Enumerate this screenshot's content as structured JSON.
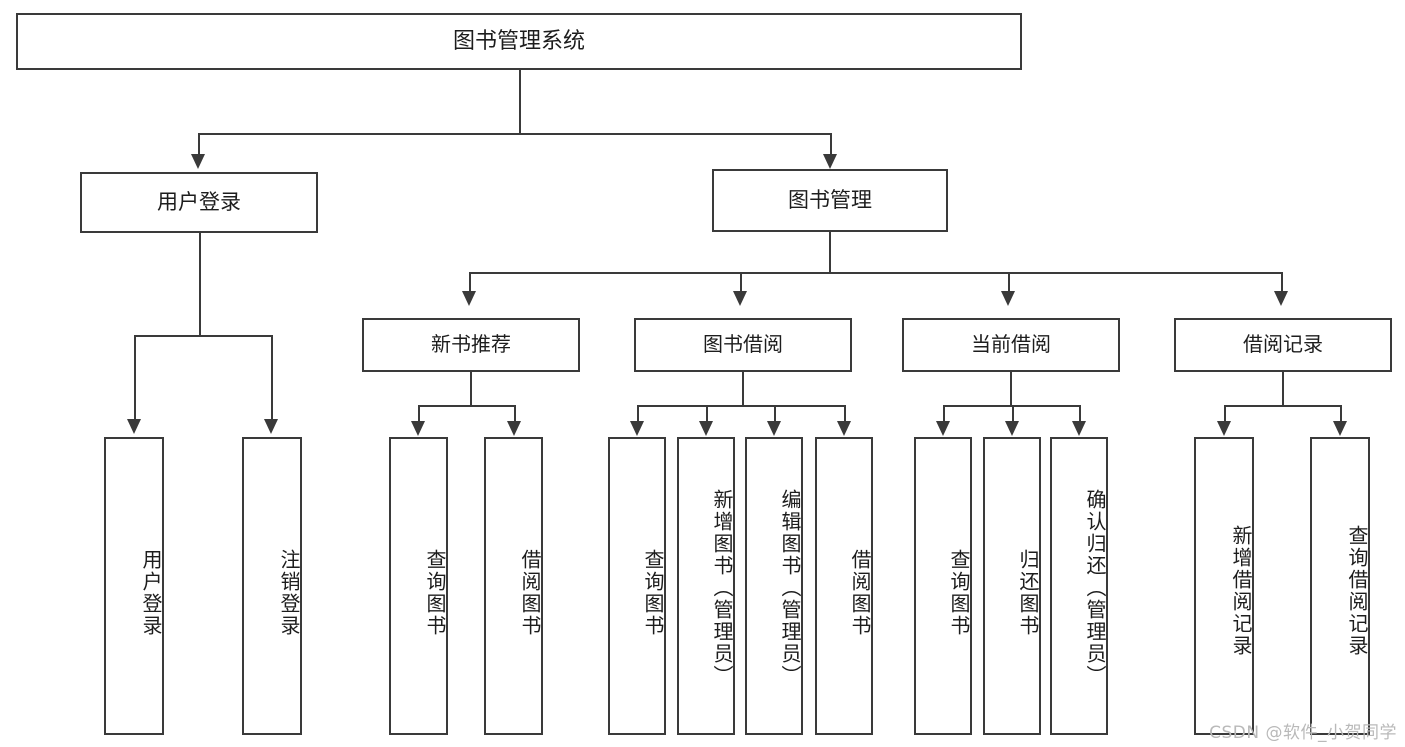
{
  "diagram": {
    "type": "tree-hierarchy",
    "title": "图书管理系统",
    "watermark": "CSDN @软件_小贺同学",
    "colors": {
      "stroke": "#3a3a3a",
      "fill": "#ffffff",
      "text": "#1d1d1d",
      "watermark": "#b9b9b9"
    }
  },
  "nodes": {
    "root": {
      "label": "图书管理系统"
    },
    "level1": [
      {
        "id": "user-login",
        "label": "用户登录"
      },
      {
        "id": "book-manage",
        "label": "图书管理"
      }
    ],
    "level2": [
      {
        "id": "new-book-recommend",
        "label": "新书推荐"
      },
      {
        "id": "book-borrow",
        "label": "图书借阅"
      },
      {
        "id": "current-borrow",
        "label": "当前借阅"
      },
      {
        "id": "borrow-record",
        "label": "借阅记录"
      }
    ],
    "leaves": [
      {
        "id": "leaf-user-login",
        "label": "用户登录",
        "parent": "user-login"
      },
      {
        "id": "leaf-user-logout",
        "label": "注销登录",
        "parent": "user-login"
      },
      {
        "id": "leaf-query-book-1",
        "label": "查询图书",
        "parent": "new-book-recommend"
      },
      {
        "id": "leaf-borrow-book-1",
        "label": "借阅图书",
        "parent": "new-book-recommend"
      },
      {
        "id": "leaf-query-book-2",
        "label": "查询图书",
        "parent": "book-borrow"
      },
      {
        "id": "leaf-add-book",
        "label": "新增图书（管理员）",
        "parent": "book-borrow"
      },
      {
        "id": "leaf-edit-book",
        "label": "编辑图书（管理员）",
        "parent": "book-borrow"
      },
      {
        "id": "leaf-borrow-book-2",
        "label": "借阅图书",
        "parent": "book-borrow"
      },
      {
        "id": "leaf-query-book-3",
        "label": "查询图书",
        "parent": "current-borrow"
      },
      {
        "id": "leaf-return-book",
        "label": "归还图书",
        "parent": "current-borrow"
      },
      {
        "id": "leaf-confirm-return",
        "label": "确认归还（管理员）",
        "parent": "current-borrow"
      },
      {
        "id": "leaf-add-record",
        "label": "新增借阅记录",
        "parent": "borrow-record"
      },
      {
        "id": "leaf-query-record",
        "label": "查询借阅记录",
        "parent": "borrow-record"
      }
    ]
  }
}
